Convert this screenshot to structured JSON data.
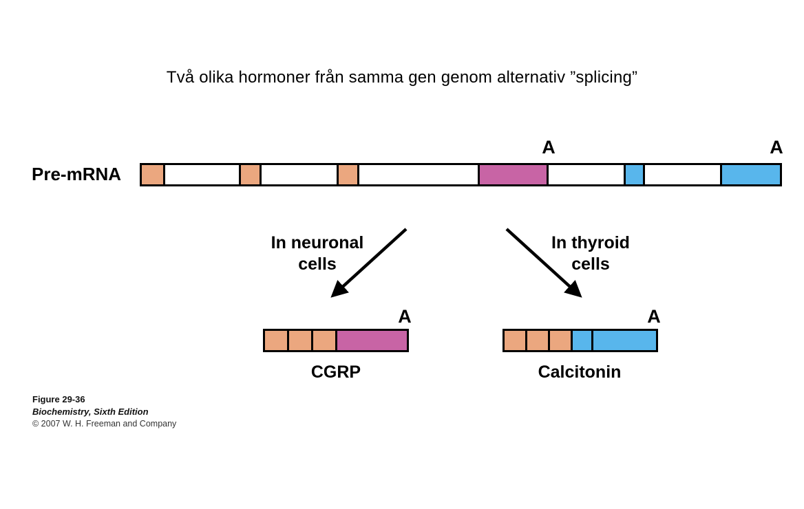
{
  "title": "Två olika hormoner från samma gen genom alternativ ”splicing”",
  "colors": {
    "exon_common": "#EBA77F",
    "exon_cgrp": "#C864A5",
    "exon_calcitonin": "#58B6EC",
    "intron": "#FFFFFF",
    "outline": "#000000"
  },
  "pre_mrna": {
    "label": "Pre-mRNA",
    "polya_internal": "A",
    "polya_end": "A",
    "segments": [
      {
        "kind": "exon-common",
        "color": "exon_common",
        "width": 34
      },
      {
        "kind": "intron",
        "color": "intron",
        "width": 110
      },
      {
        "kind": "exon-common",
        "color": "exon_common",
        "width": 30
      },
      {
        "kind": "intron",
        "color": "intron",
        "width": 112
      },
      {
        "kind": "exon-common",
        "color": "exon_common",
        "width": 30
      },
      {
        "kind": "intron",
        "color": "intron",
        "width": 175
      },
      {
        "kind": "exon-cgrp",
        "color": "exon_cgrp",
        "width": 100
      },
      {
        "kind": "intron",
        "color": "intron",
        "width": 112
      },
      {
        "kind": "exon-calcitonin",
        "color": "exon_calcitonin",
        "width": 28
      },
      {
        "kind": "intron",
        "color": "intron",
        "width": 112
      },
      {
        "kind": "exon-calcitonin",
        "color": "exon_calcitonin",
        "width": 84
      }
    ]
  },
  "branches": {
    "neuronal": {
      "line1": "In neuronal",
      "line2": "cells"
    },
    "thyroid": {
      "line1": "In thyroid",
      "line2": "cells"
    }
  },
  "products": {
    "cgrp": {
      "name": "CGRP",
      "polya": "A",
      "segments": [
        {
          "kind": "exon-common",
          "color": "exon_common",
          "width": 35
        },
        {
          "kind": "exon-common",
          "color": "exon_common",
          "width": 35
        },
        {
          "kind": "exon-common",
          "color": "exon_common",
          "width": 35
        },
        {
          "kind": "exon-cgrp",
          "color": "exon_cgrp",
          "width": 101
        }
      ]
    },
    "calcitonin": {
      "name": "Calcitonin",
      "polya": "A",
      "segments": [
        {
          "kind": "exon-common",
          "color": "exon_common",
          "width": 33
        },
        {
          "kind": "exon-common",
          "color": "exon_common",
          "width": 33
        },
        {
          "kind": "exon-common",
          "color": "exon_common",
          "width": 33
        },
        {
          "kind": "exon-calcitonin",
          "color": "exon_calcitonin",
          "width": 30
        },
        {
          "kind": "exon-calcitonin",
          "color": "exon_calcitonin",
          "width": 91
        }
      ]
    }
  },
  "caption": {
    "figure": "Figure 29-36",
    "book": "Biochemistry, Sixth Edition",
    "copyright": "© 2007 W. H. Freeman and Company"
  }
}
